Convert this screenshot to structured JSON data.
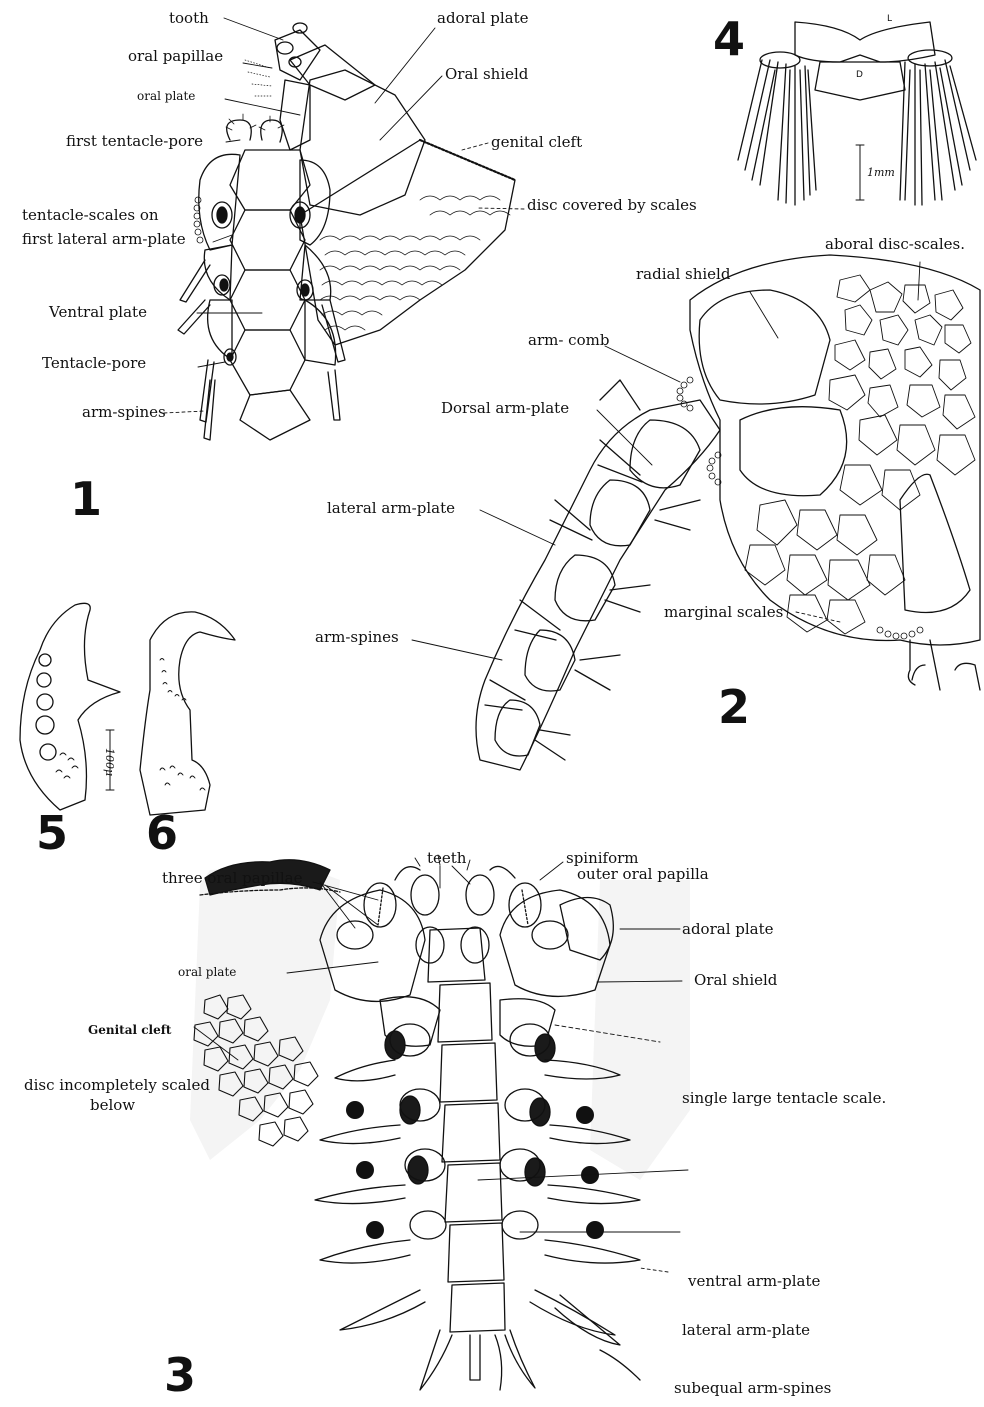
{
  "figure_numbers": {
    "f1": "1",
    "f2": "2",
    "f3": "3",
    "f4": "4",
    "f5": "5",
    "f6": "6"
  },
  "fig1": {
    "tooth": "tooth",
    "oral_papillae": "oral papillae",
    "oral_plate": "oral plate",
    "first_tentacle_pore": "first tentacle-pore",
    "tentacle_scales_1": "tentacle-scales on",
    "tentacle_scales_2": "first lateral arm-plate",
    "ventral_plate": "Ventral plate",
    "tentacle_pore": "Tentacle-pore",
    "arm_spines": "arm-spines",
    "adoral_plate": "adoral plate",
    "oral_shield": "Oral shield",
    "genital_cleft": "genital cleft",
    "disc_scales": "disc covered by scales"
  },
  "fig2": {
    "aboral_disc_scales": "aboral disc-scales.",
    "radial_shield": "radial shield",
    "arm_comb": "arm- comb",
    "dorsal_arm_plate": "Dorsal arm-plate",
    "lateral_arm_plate": "lateral arm-plate",
    "arm_spines": "arm-spines",
    "marginal_scales": "marginal scales"
  },
  "fig3": {
    "teeth": "teeth",
    "spiniform_1": "spiniform",
    "spiniform_2": "outer oral papilla",
    "three_oral_papillae": "three oral papillae",
    "adoral_plate": "adoral plate",
    "oral_plate": "oral plate",
    "oral_shield": "Oral shield",
    "genital_cleft": "Genital cleft",
    "disc_incomplete_1": "disc incompletely scaled",
    "disc_incomplete_2": "below",
    "single_tentacle_scale": "single large tentacle scale.",
    "ventral_arm_plate": "ventral arm-plate",
    "lateral_arm_plate": "lateral arm-plate",
    "subequal_arm_spines": "subequal arm-spines"
  },
  "fig4": {
    "label_l": "L",
    "label_d": "D",
    "scale": "1mm"
  },
  "fig5": {
    "scale": "100μ"
  }
}
